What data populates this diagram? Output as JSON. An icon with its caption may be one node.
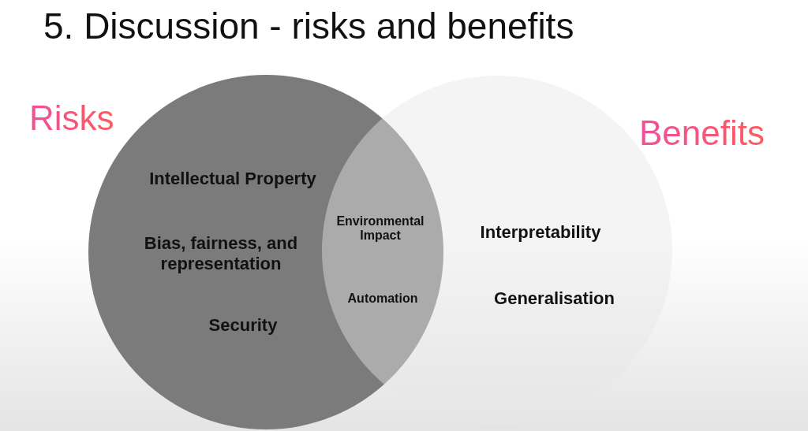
{
  "diagram": {
    "title": "5. Discussion - risks and benefits",
    "nodes": [
      {
        "text": [
          "Risks"
        ]
      },
      {
        "text": [
          "Benefits"
        ]
      }
    ],
    "labels": [
      "Intellectual Property",
      "Environmental Impact",
      "Interpretability",
      "Bias, fairness, and representation",
      "Automation",
      "Generalisation",
      "Security"
    ]
  }
}
